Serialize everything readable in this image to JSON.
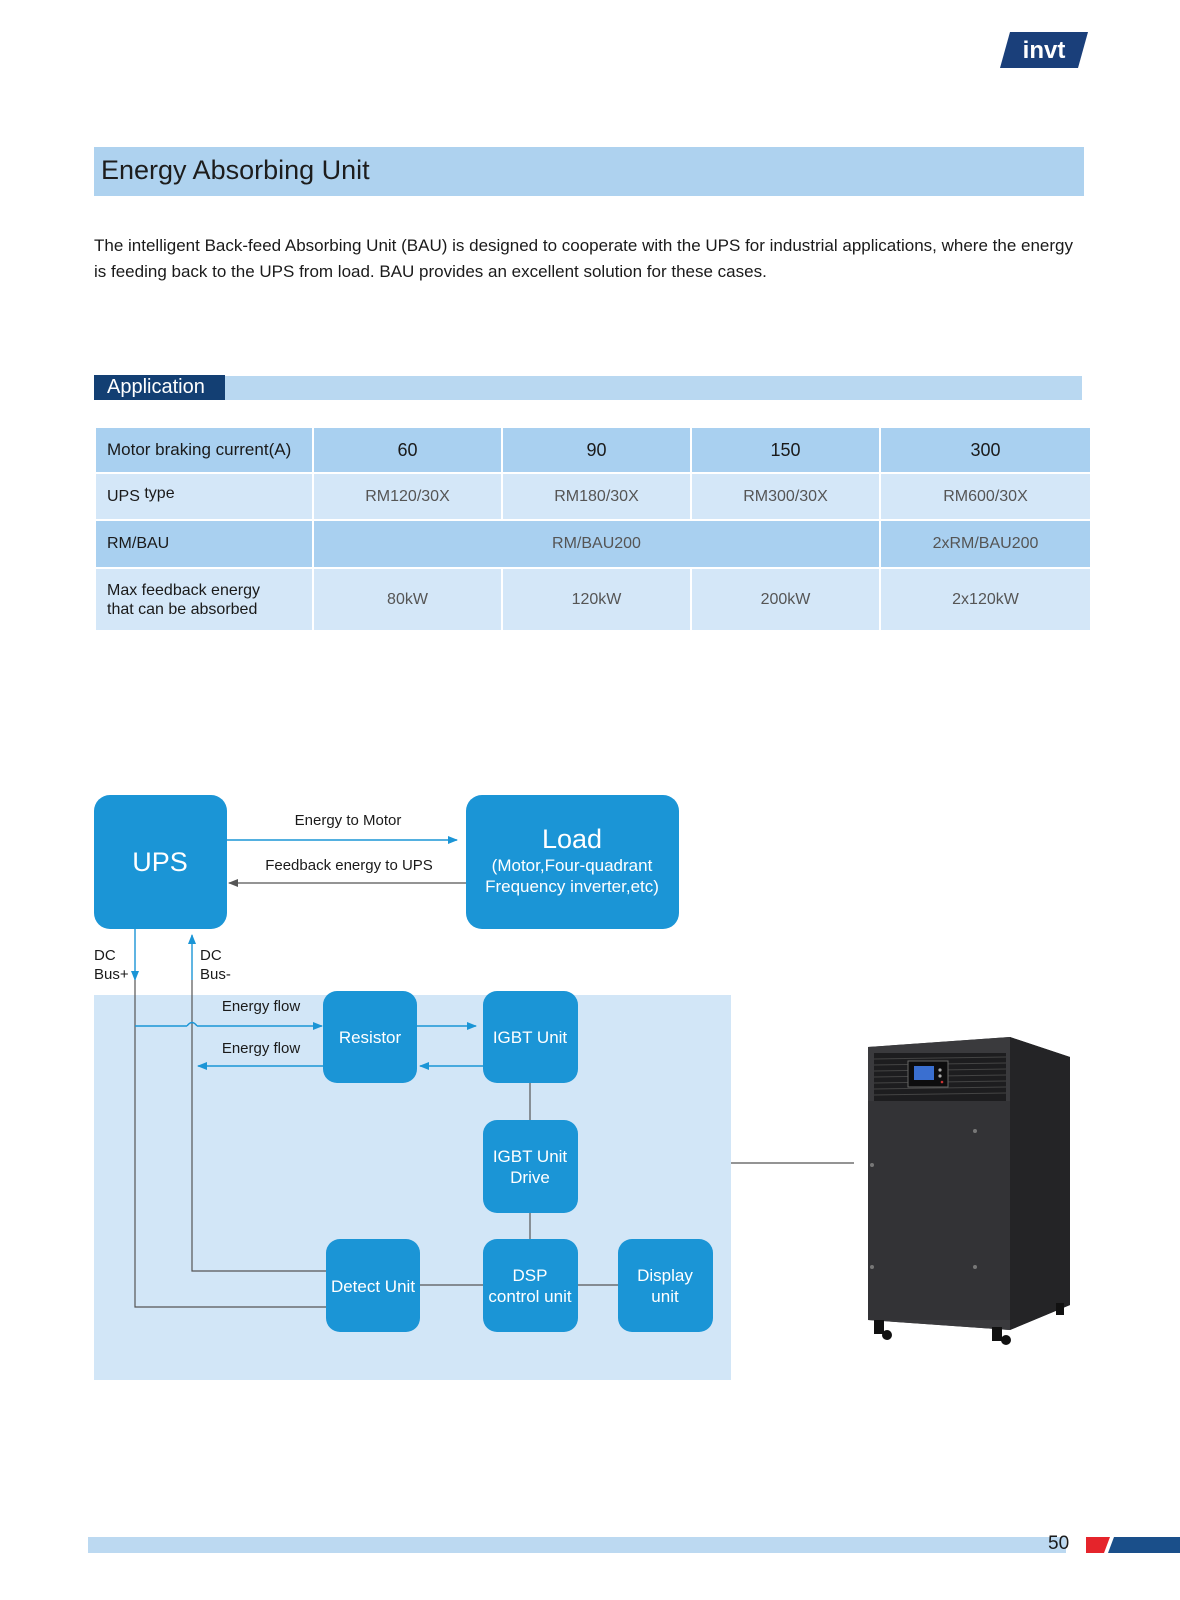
{
  "brand": {
    "logo_text": "invt",
    "color": "#1a3f7a"
  },
  "section_title": "Energy Absorbing Unit",
  "intro_text": "The intelligent Back-feed Absorbing Unit (BAU) is designed to cooperate with the UPS for industrial applications, where the energy is feeding back to the UPS from load. BAU provides an excellent solution for these cases.",
  "application_label": "Application",
  "table": {
    "header": {
      "label": "Motor braking current(A)",
      "values": [
        "60",
        "90",
        "150",
        "300"
      ]
    },
    "ups_type": {
      "label_main": "UPS",
      "label_sub": "type",
      "values": [
        "RM120/30X",
        "RM180/30X",
        "RM300/30X",
        "RM600/30X"
      ]
    },
    "rmbau": {
      "label": "RM/BAU",
      "values": [
        "RM/BAU200",
        "2xRM/BAU200"
      ]
    },
    "max_energy": {
      "label_line1": "Max feedback energy",
      "label_line2": "that can be absorbed",
      "values": [
        "80kW",
        "120kW",
        "200kW",
        "2x120kW"
      ]
    }
  },
  "diagram": {
    "ups": "UPS",
    "load_title": "Load",
    "load_sub1": "(Motor,Four-quadrant",
    "load_sub2": "Frequency inverter,etc)",
    "energy_to_motor": "Energy to Motor",
    "feedback_to_ups": "Feedback energy to UPS",
    "dc_bus_plus_1": "DC",
    "dc_bus_plus_2": "Bus+",
    "dc_bus_minus_1": "DC",
    "dc_bus_minus_2": "Bus-",
    "energy_flow_1": "Energy flow",
    "energy_flow_2": "Energy flow",
    "resistor": "Resistor",
    "igbt_unit": "IGBT Unit",
    "igbt_drive_1": "IGBT Unit",
    "igbt_drive_2": "Drive",
    "detect_unit": "Detect Unit",
    "dsp_1": "DSP",
    "dsp_2": "control unit",
    "display_1": "Display",
    "display_2": "unit",
    "box_color": "#1b95d6",
    "panel_color": "#d2e6f7"
  },
  "page_number": "50"
}
